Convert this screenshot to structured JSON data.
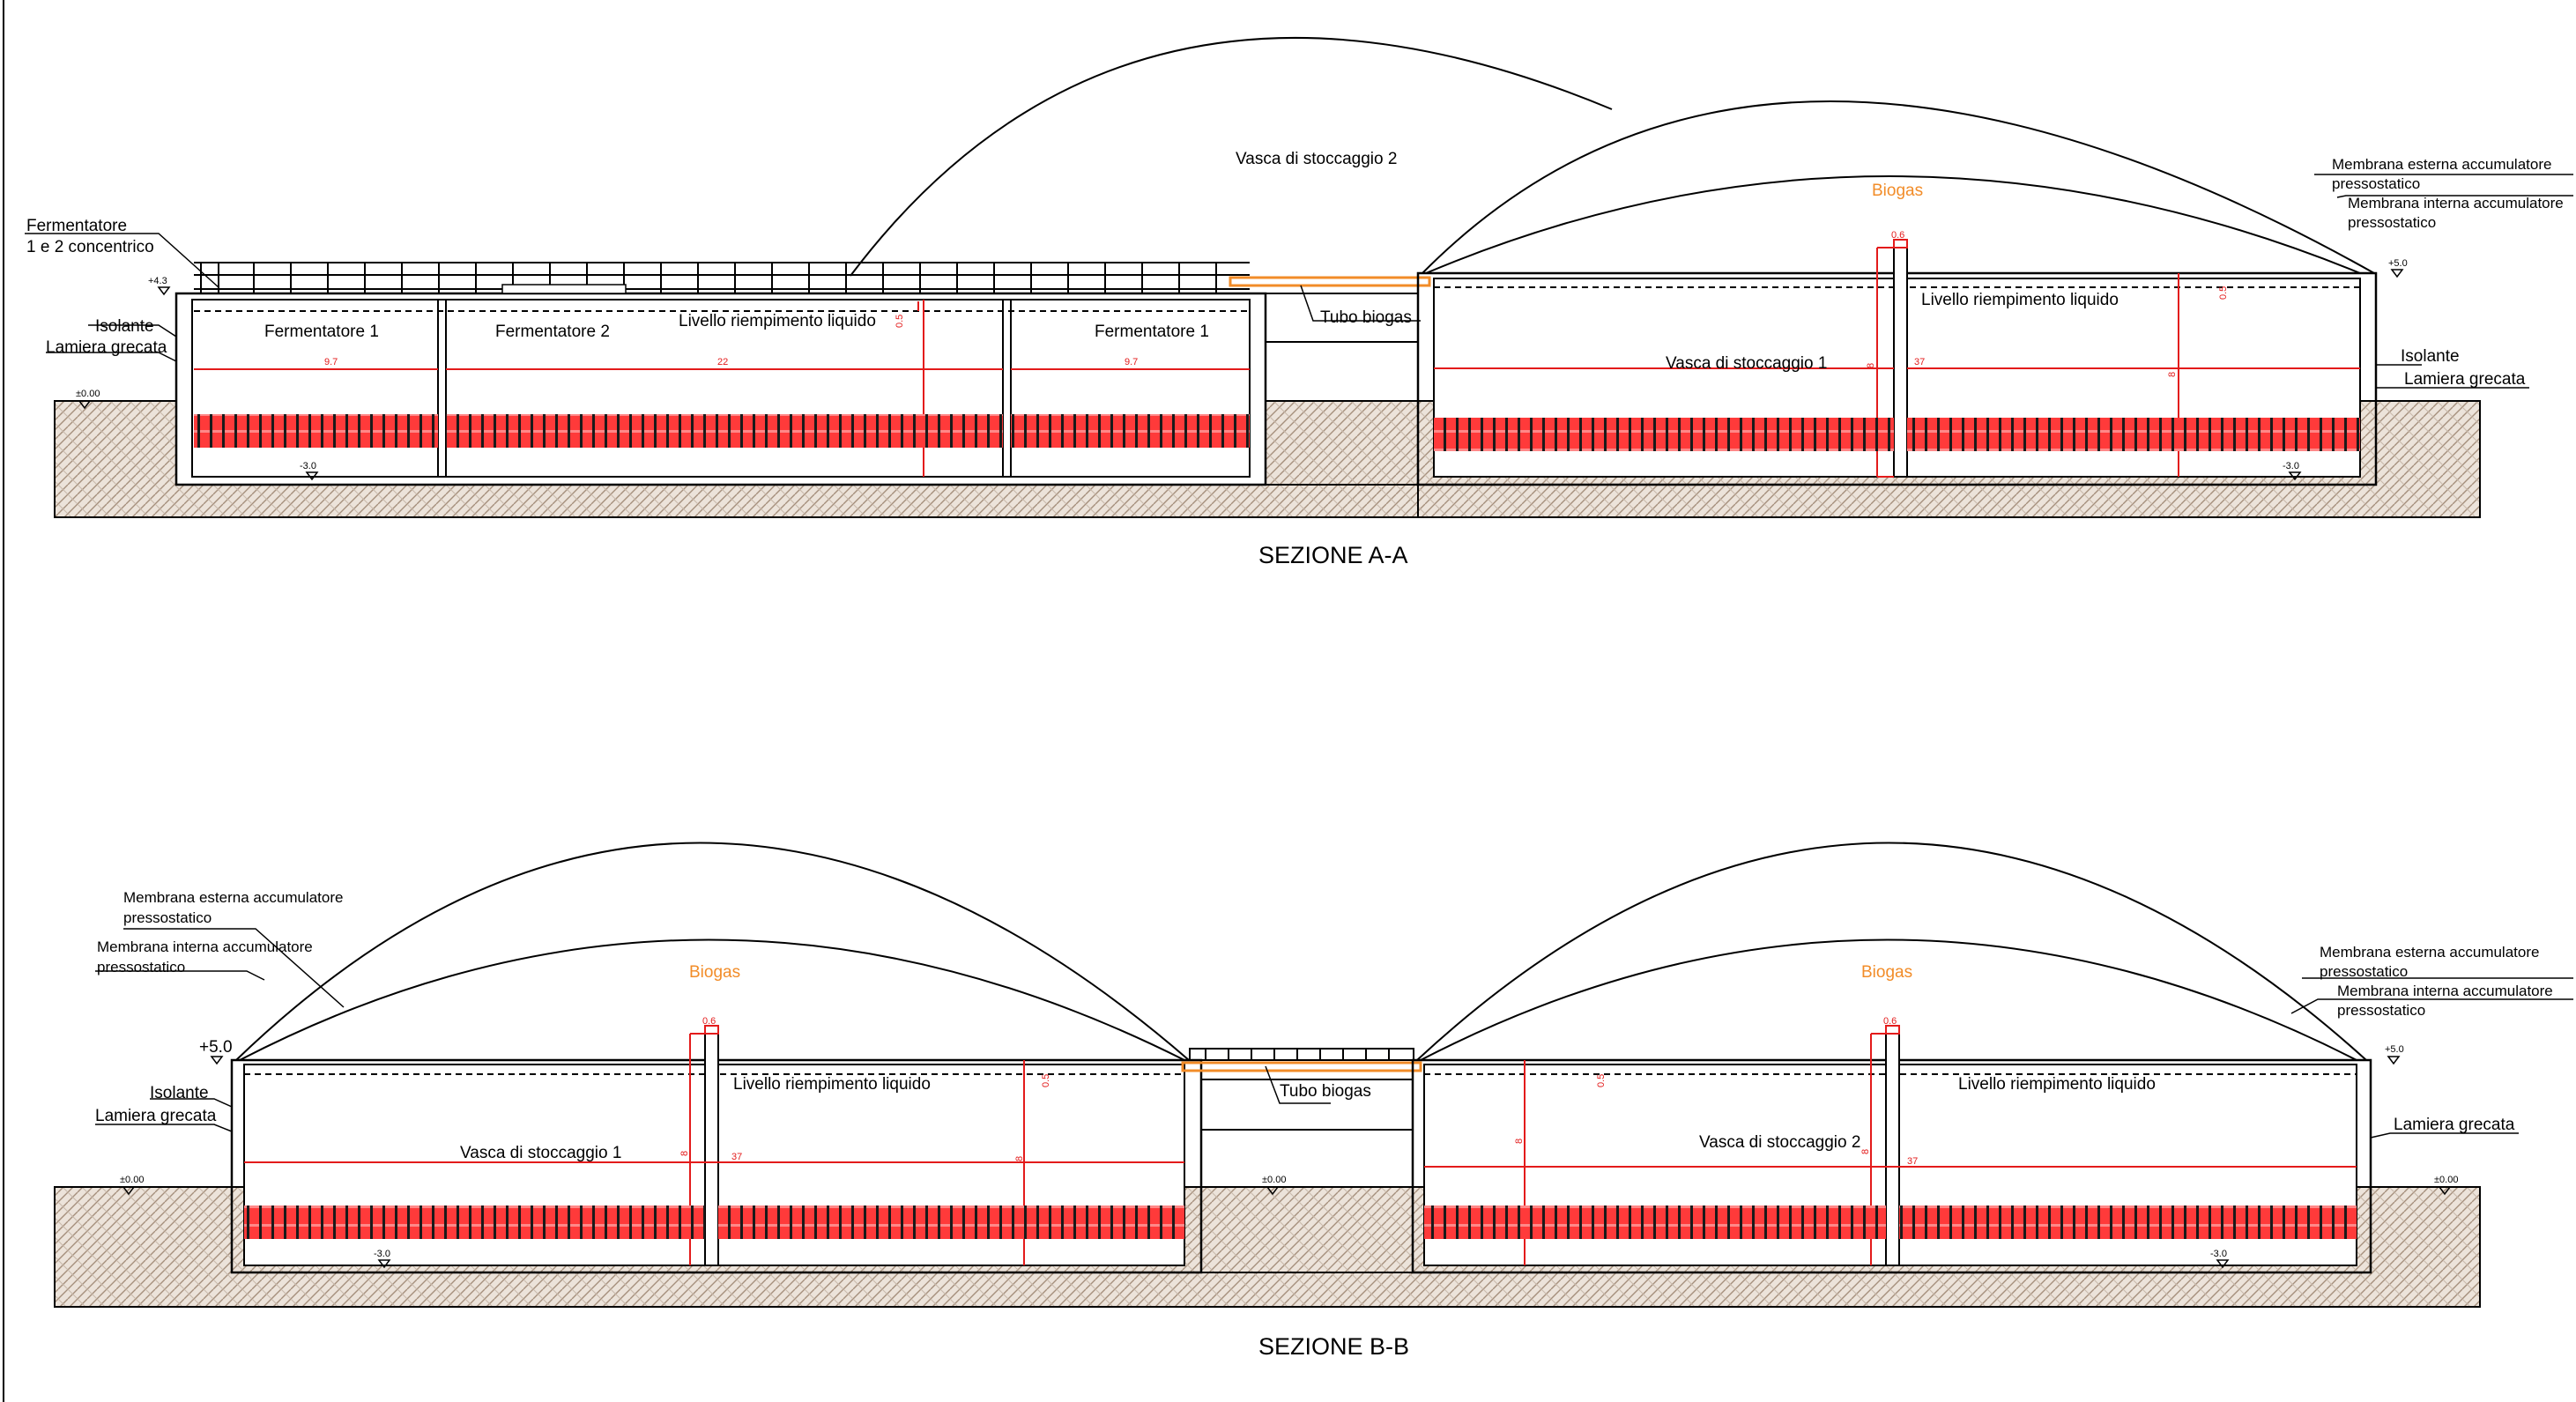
{
  "colors": {
    "line": "#000000",
    "accent_red": "#e31b1b",
    "heating_fill": "#ff4d4d",
    "biogas_orange": "#f28c28",
    "ground_fill": "#e9dfd6"
  },
  "section_a": {
    "title": "SEZIONE A-A",
    "fermentatore_label_1": "Fermentatore",
    "fermentatore_label_2": "1 e 2 concentrico",
    "isolante": "Isolante",
    "lamiera": "Lamiera grecata",
    "level_top": "+4.3",
    "level_ground": "±0.00",
    "level_bottom": "-3.0",
    "fermentatore_1_left": "Fermentatore 1",
    "fermentatore_2": "Fermentatore 2",
    "fermentatore_1_right": "Fermentatore 1",
    "livello_left": "Livello riempimento liquido",
    "dim_97_left": "9.7",
    "dim_22": "22",
    "dim_97_right": "9.7",
    "dim_05_left": "0.5",
    "vasca_stoccaggio_2": "Vasca di stoccaggio 2",
    "biogas": "Biogas",
    "tubo_biogas": "Tubo biogas",
    "dim_06": "0.6",
    "livello_right": "Livello riempimento liquido",
    "vasca_stoccaggio_1": "Vasca di stoccaggio 1",
    "dim_37": "37",
    "dim_8": "8",
    "dim_05_right": "0.5",
    "membrana_esterna_1": "Membrana esterna accumulatore",
    "membrana_esterna_2": "pressostatico",
    "membrana_interna_1": "Membrana interna accumulatore",
    "membrana_interna_2": "pressostatico",
    "level_top_right": "+5.0",
    "isolante_right": "Isolante",
    "lamiera_right": "Lamiera grecata",
    "level_bottom_right": "-3.0"
  },
  "section_b": {
    "title": "SEZIONE B-B",
    "membrana_esterna_1": "Membrana esterna accumulatore",
    "membrana_esterna_2": "pressostatico",
    "membrana_interna_1": "Membrana interna accumulatore",
    "membrana_interna_2": "pressostatico",
    "level_top_left": "+5.0",
    "isolante": "Isolante",
    "lamiera": "Lamiera grecata",
    "level_ground_left": "±0.00",
    "biogas_left": "Biogas",
    "dim_06_left": "0.6",
    "livello_left": "Livello riempimento liquido",
    "dim_05_left": "0.5",
    "vasca_stoccaggio_1": "Vasca di stoccaggio 1",
    "dim_37_left": "37",
    "dim_8_left": "8",
    "level_bottom_left": "-3.0",
    "tubo_biogas": "Tubo biogas",
    "level_ground_mid": "±0.00",
    "biogas_right": "Biogas",
    "dim_06_right": "0.6",
    "dim_05_right": "0.5",
    "livello_right": "Livello riempimento liquido",
    "vasca_stoccaggio_2": "Vasca di stoccaggio 2",
    "dim_37_right": "37",
    "dim_8_right": "8",
    "level_bottom_right": "-3.0",
    "membrana_esterna_r1": "Membrana esterna accumulatore",
    "membrana_esterna_r2": "pressostatico",
    "membrana_interna_r1": "Membrana interna accumulatore",
    "membrana_interna_r2": "pressostatico",
    "level_top_right": "+5.0",
    "lamiera_right": "Lamiera grecata",
    "level_ground_right": "±0.00"
  }
}
